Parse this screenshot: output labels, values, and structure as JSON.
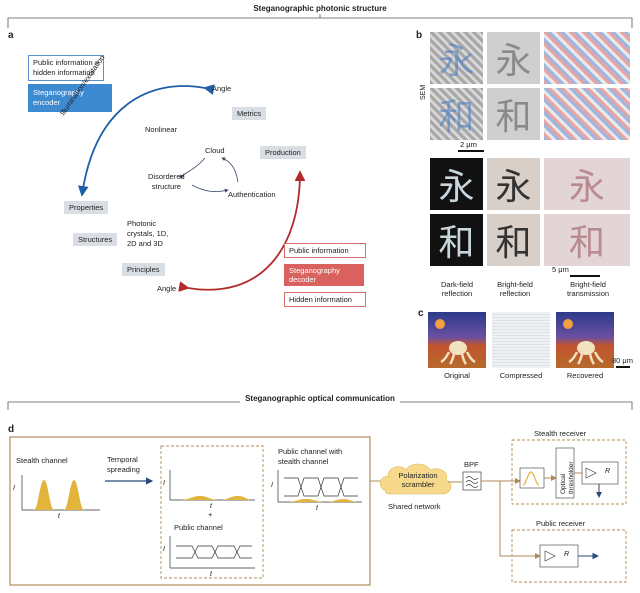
{
  "titles": {
    "top": "Steganographic photonic structure",
    "bottom": "Steganographic optical communication"
  },
  "panel_labels": {
    "a": "a",
    "b": "b",
    "c": "c",
    "d": "d"
  },
  "panel_a": {
    "encoder_public": "Public information +",
    "encoder_hidden": "hidden information",
    "encoder_label": "Steganography encoder",
    "illumination": "Illumination/excitation",
    "angle_top": "Angle",
    "angle_bottom": "Angle",
    "metrics": "Metrics",
    "nonlinear": "Nonlinear",
    "production": "Production",
    "cloud": "Cloud",
    "disordered": "Disordered\nstructure",
    "authentication": "Authentication",
    "properties": "Properties",
    "structures": "Structures",
    "photonic": "Photonic\ncrystals, 1D,\n2D and 3D",
    "principles": "Principles",
    "decoder_public": "Public information",
    "decoder_label": "Steganography decoder",
    "decoder_hidden": "Hidden information",
    "colors": {
      "blue": "#1f5fa8",
      "red": "#b42a2a",
      "gray_box": "#d9dde4",
      "encoder": "#3d8ad1",
      "decoder": "#d9625f"
    }
  },
  "panel_b": {
    "sem": "SEM",
    "scale_top": "2 μm",
    "scale_bottom": "5 μm",
    "char1": "永",
    "char2": "和",
    "col1": "Dark-field\nreflection",
    "col2": "Bright-field\nreflection",
    "col3": "Bright-field\ntransmission"
  },
  "panel_c": {
    "original": "Original",
    "compressed": "Compressed",
    "recovered": "Recovered",
    "scale": "80 μm"
  },
  "panel_d": {
    "stealth_channel": "Stealth channel",
    "t1": "t",
    "t2": "t",
    "t3": "t",
    "t4": "t",
    "i1": "I",
    "i2": "I",
    "i3": "I",
    "i4": "I",
    "temporal": "Temporal\nspreading",
    "plus": "+",
    "public_channel": "Public channel",
    "public_with_stealth": "Public channel with\nstealth channel",
    "polarization": "Polarization\nscrambler",
    "shared_network": "Shared network",
    "bpf": "BPF",
    "stealth_receiver": "Stealth receiver",
    "optical_thresholder": "Optical\nthresholder",
    "public_receiver": "Public receiver",
    "r1": "R",
    "r2": "R",
    "colors": {
      "pulse": "#e3b43c",
      "frame": "#b08b5a",
      "cloud": "#f6d98a",
      "arrow": "#2b4a7a"
    }
  }
}
